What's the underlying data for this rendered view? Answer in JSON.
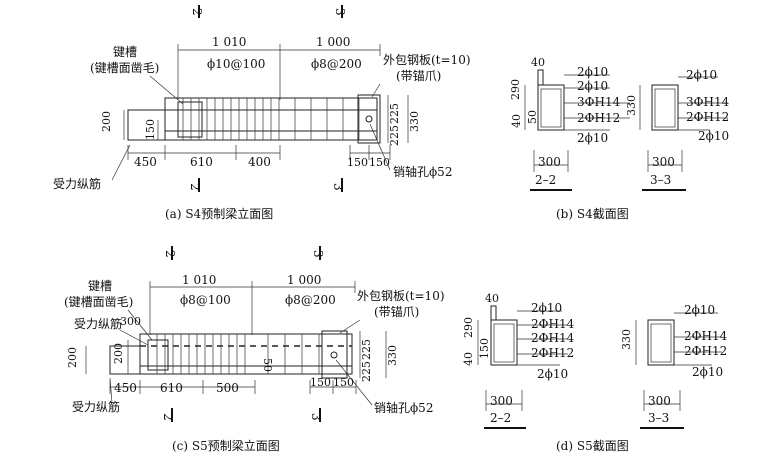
{
  "s4_elevation": {
    "section_mark_a": "2",
    "section_mark_b": "3",
    "dim_1010": "1 010",
    "dim_1000": "1 000",
    "stirrup_left": "ϕ10@100",
    "stirrup_right": "ϕ8@200",
    "keyway_label": "键槽",
    "keyway_sub": "(键槽面凿毛)",
    "plate_label": "外包钢板(t=10)",
    "plate_sub": "(带锚爪)",
    "long_bar_label": "受力纵筋",
    "pin_label": "销轴孔ϕ52",
    "dim_200": "200",
    "dim_150": "150",
    "dim_450": "450",
    "dim_610": "610",
    "dim_400": "400",
    "dim_150a": "150",
    "dim_150b": "150",
    "dim_225a": "225",
    "dim_225b": "225",
    "dim_330": "330",
    "caption": "(a) S4预制梁立面图"
  },
  "s4_section": {
    "sec22": {
      "dim_40top": "40",
      "dim_40": "40",
      "dim_290": "290",
      "dim_50": "50",
      "r1": "2ϕ10",
      "r2": "2ϕ10",
      "r3": "3ΦH14",
      "r4": "2ΦH12",
      "r5": "2ϕ10",
      "dim_300": "300",
      "label": "2–2"
    },
    "sec33": {
      "dim_330": "330",
      "r1": "2ϕ10",
      "r2": "3ΦH14",
      "r3": "2ΦH12",
      "r4": "2ϕ10",
      "dim_300": "300",
      "label": "3–3"
    },
    "caption": "(b) S4截面图"
  },
  "s5_elevation": {
    "section_mark_a": "2",
    "section_mark_b": "3",
    "dim_1010": "1 010",
    "dim_1000": "1 000",
    "stirrup_left": "ϕ8@100",
    "stirrup_right": "ϕ8@200",
    "keyway_label": "键槽",
    "keyway_sub": "(键槽面凿毛)",
    "long_bar_top": "受力纵筋",
    "plate_label": "外包钢板(t=10)",
    "plate_sub": "(带锚爪)",
    "long_bar_bottom": "受力纵筋",
    "pin_label": "销轴孔ϕ52",
    "dim_300": "300",
    "dim_200": "200",
    "dim_200b": "200",
    "dim_50": "50",
    "dim_450": "450",
    "dim_610": "610",
    "dim_500": "500",
    "dim_150a": "150",
    "dim_150b": "150",
    "dim_225a": "225",
    "dim_225b": "225",
    "dim_330": "330",
    "caption": "(c) S5预制梁立面图"
  },
  "s5_section": {
    "sec22": {
      "dim_40top": "40",
      "dim_40": "40",
      "dim_290": "290",
      "dim_150": "150",
      "r1": "2ϕ10",
      "r2": "2ΦH14",
      "r3": "2ΦH14",
      "r4": "2ΦH12",
      "r5": "2ϕ10",
      "dim_300": "300",
      "label": "2–2"
    },
    "sec33": {
      "dim_330": "330",
      "r1": "2ϕ10",
      "r2": "2ΦH14",
      "r3": "2ΦH12",
      "r4": "2ϕ10",
      "dim_300": "300",
      "label": "3–3"
    },
    "caption": "(d) S5截面图"
  }
}
